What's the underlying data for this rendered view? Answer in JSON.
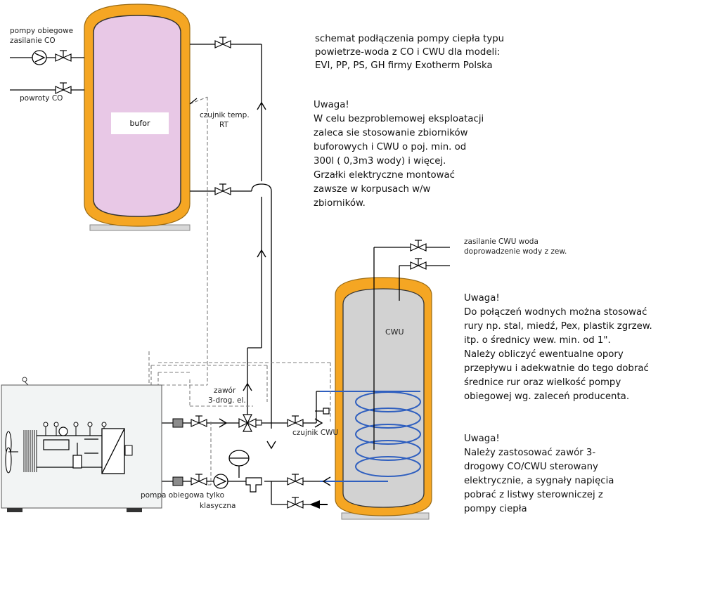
{
  "labels": {
    "pompy_obiegowe": "pompy obiegowe",
    "zasilanie_co": "zasilanie CO",
    "powroty_co": "powroty CO",
    "bufor": "bufor",
    "czujnik_temp": "czujnik temp.",
    "rt": "RT",
    "cwu": "CWU",
    "zasilanie_cwu": "zasilanie CWU woda",
    "doprowadzenie": "doprowadzenie wody z zew.",
    "zawor": "zawór",
    "zawor_type": "3-drog. el.",
    "czujnik_cwu": "czujnik CWU",
    "pompa_obiegowa": "pompa obiegowa tylko",
    "klasyczna": "klasyczna"
  },
  "notes": {
    "title": [
      "schemat podłączenia pompy ciepła typu",
      "powietrze-woda z CO i CWU dla modeli:",
      "EVI, PP, PS, GH firmy Exotherm Polska"
    ],
    "uwaga1": [
      "Uwaga!",
      "W celu bezproblemowej eksploatacji",
      "zaleca sie stosowanie zbiorników",
      "buforowych i CWU o poj. min. od",
      "300l ( 0,3m3 wody) i więcej.",
      "Grzałki elektryczne montować",
      "zawsze w korpusach w/w",
      "zbiorników."
    ],
    "uwaga2": [
      "Uwaga!",
      "Do połączeń wodnych można stosować",
      "rury np. stal, miedź, Pex, plastik zgrzew.",
      "itp.  o średnicy wew. min. od 1\".",
      "Należy obliczyć ewentualne opory",
      "przepływu i adekwatnie do tego dobrać",
      "średnice rur oraz wielkość pompy",
      "obiegowej  wg. zaleceń producenta."
    ],
    "uwaga3": [
      "Uwaga!",
      "Należy zastosować zawór 3-",
      "drogowy CO/CWU  sterowany",
      "elektrycznie, a sygnały napięcia",
      "pobrać z listwy sterowniczej z",
      "pompy ciepła"
    ]
  },
  "colors": {
    "tank_shell": "#F5A623",
    "tank_outline": "#9A6A12",
    "buffer_fill": "#E8C8E6",
    "cwu_fill": "#D2D2D2",
    "coil": "#2F5FBF",
    "pipe": "#000000",
    "signal": "#7F7F7F",
    "unit_fill": "#F2F4F4"
  },
  "icons": [
    "valve-icon",
    "pump-icon",
    "check-valve-icon",
    "three-way-valve-icon",
    "expansion-vessel-icon",
    "fan-icon",
    "heat-exchanger-icon",
    "arrow-icon"
  ]
}
